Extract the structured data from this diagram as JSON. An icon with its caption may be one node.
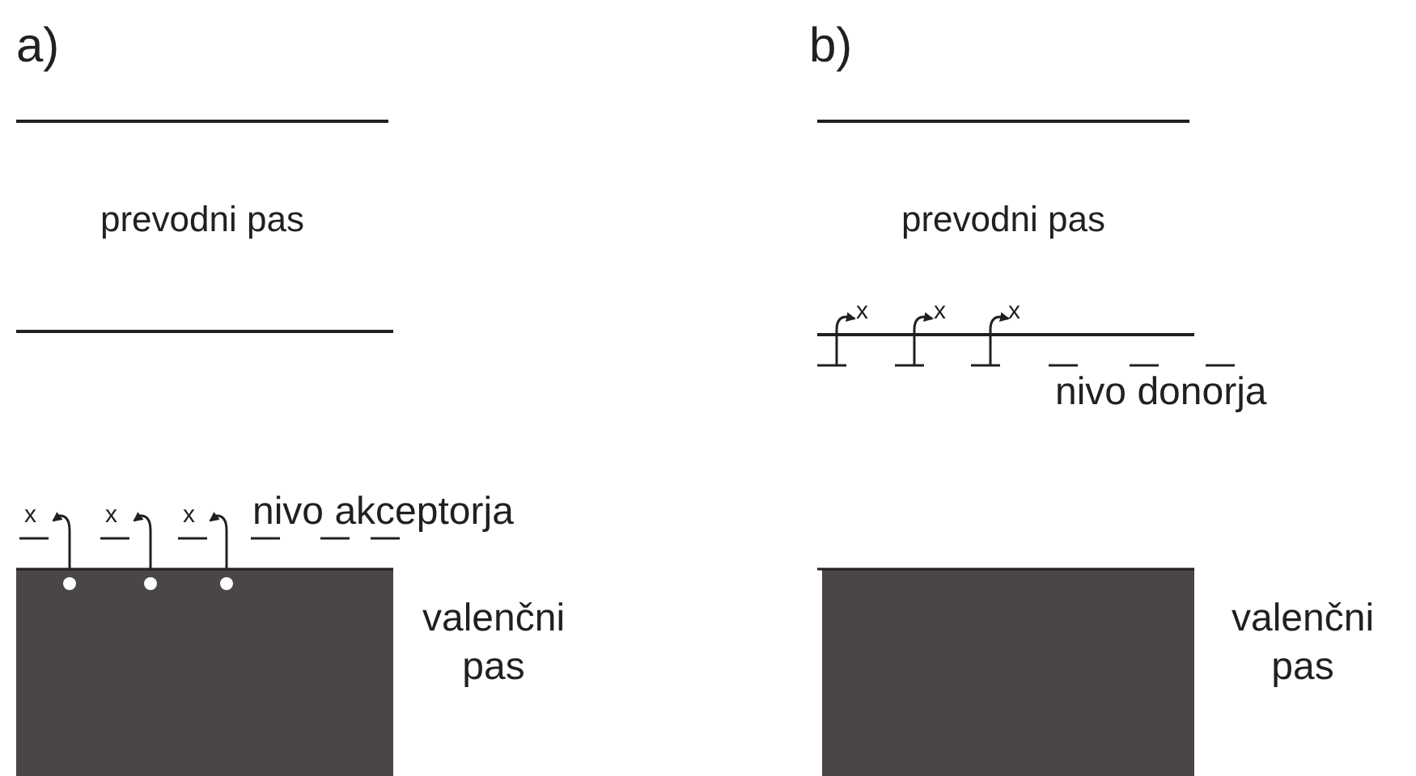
{
  "diagram": {
    "labels": [
      "a)",
      "prevodni pas",
      "x",
      "x",
      "x",
      "nivo akceptorja",
      "valenčni pas",
      "b)",
      "prevodni pas",
      "x",
      "x",
      "x",
      "nivo donorja",
      "valenčni pas"
    ]
  }
}
